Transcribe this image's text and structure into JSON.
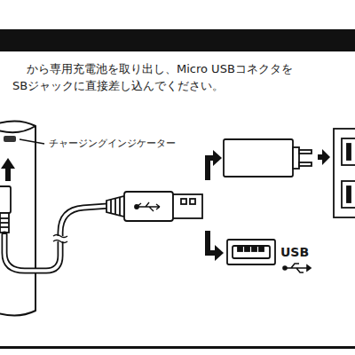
{
  "diagram": {
    "labels": [
      "から専用充電池を取り出し、Micro USBコネクタを",
      "SBジャックに直接差し込んでください。",
      "チャージングインジケーター",
      "USB"
    ]
  }
}
